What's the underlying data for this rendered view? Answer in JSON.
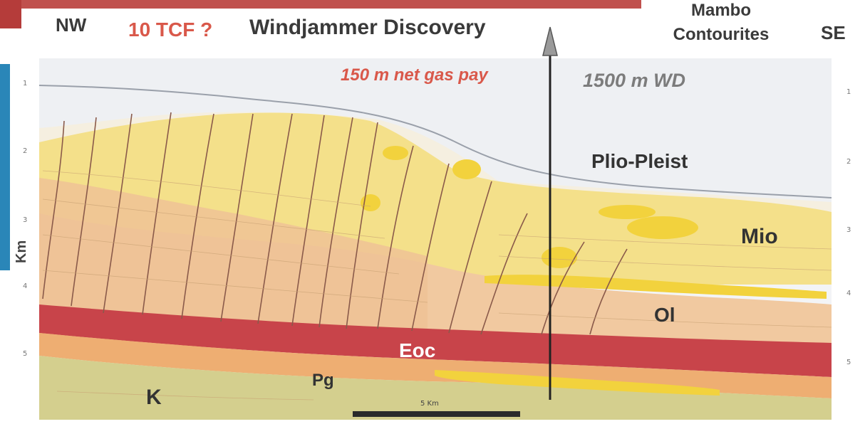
{
  "header": {
    "left_direction": "NW",
    "right_direction": "SE",
    "resource_estimate": "10 TCF ?",
    "discovery": "Windjammer Discovery",
    "feature_line1": "Mambo",
    "feature_line2": "Contourites"
  },
  "annotations": {
    "net_pay": "150 m net gas pay",
    "water_depth": "1500 m WD"
  },
  "axis": {
    "unit": "Km",
    "left_ticks": [
      "1",
      "2",
      "3",
      "4",
      "5"
    ],
    "right_ticks": [
      "1",
      "2",
      "3",
      "4",
      "5"
    ]
  },
  "scale_bar": {
    "label": "5 Km"
  },
  "formations": {
    "plio_pleist": "Plio-Pleist",
    "mio": "Mio",
    "ol": "Ol",
    "eoc": "Eoc",
    "pg": "Pg",
    "k": "K"
  },
  "colors": {
    "water": "#eef0f3",
    "plio_pleist": "#f5efe0",
    "mio": "#f4e08a",
    "ol": "#f1c9a0",
    "eoc": "#c8444a",
    "pg": "#eeae72",
    "k": "#d4cf8e",
    "gas_anomaly": "#f2d23d",
    "fault": "#8a5a4a",
    "title_red": "#d9584a"
  }
}
